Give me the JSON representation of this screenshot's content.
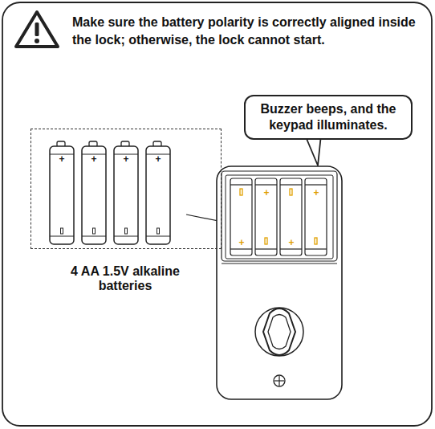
{
  "diagram": {
    "nodes": [
      {
        "text": [
          "Buzzer beeps, and the keypad illuminates."
        ]
      },
      {
        "text": [
          "4 AA 1.5V alkaline batteries"
        ]
      }
    ],
    "labels": [
      "Make sure the battery polarity is correctly aligned inside the lock; otherwise, the lock cannot start.",
      "+",
      "+",
      "+",
      "+",
      "+",
      "+",
      "+",
      "+"
    ]
  }
}
